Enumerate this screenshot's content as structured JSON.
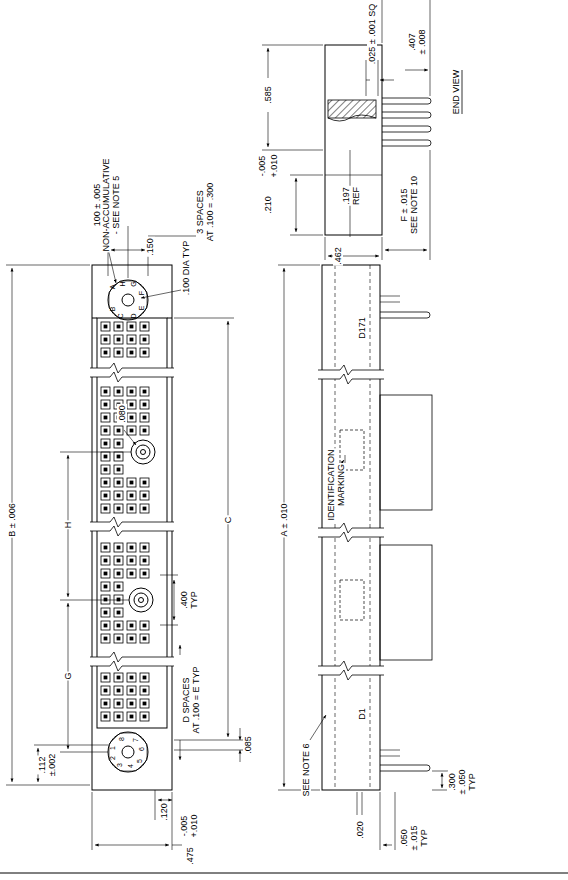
{
  "diagram": {
    "labels": [
      "100 ± .005",
      "NON-ACCUMULATIVE",
      "- SEE NOTE 5",
      ".150",
      "3 SPACES",
      "AT .100 = .300",
      ".100 DIA TYP",
      "A",
      "H",
      "G",
      "F",
      "B",
      "C",
      "D",
      "E",
      "B ± .006",
      "C",
      "H",
      "G",
      ".080",
      ".400",
      "TYP",
      "D SPACES",
      "AT .100 = E TYP",
      "1",
      "2",
      "3",
      "4",
      "5",
      "6",
      "7",
      "8",
      ".112",
      "±.002",
      ".120",
      ".085",
      ".475",
      "-.005",
      "+.010",
      "SEE NOTE 6",
      "IDENTIFICATION",
      "MARKING",
      "A ± .010",
      "D171",
      "D1",
      ".300",
      "± .050",
      "TYP",
      ".050",
      "± .015",
      "TYP",
      ".020",
      ".585",
      ".025 ± .001 SQ",
      ".407",
      "± .008",
      "END VIEW",
      ".210",
      "-.005",
      "+.010",
      ".197",
      "REF",
      ".462",
      "F ± .015",
      "SEE NOTE 10"
    ]
  }
}
